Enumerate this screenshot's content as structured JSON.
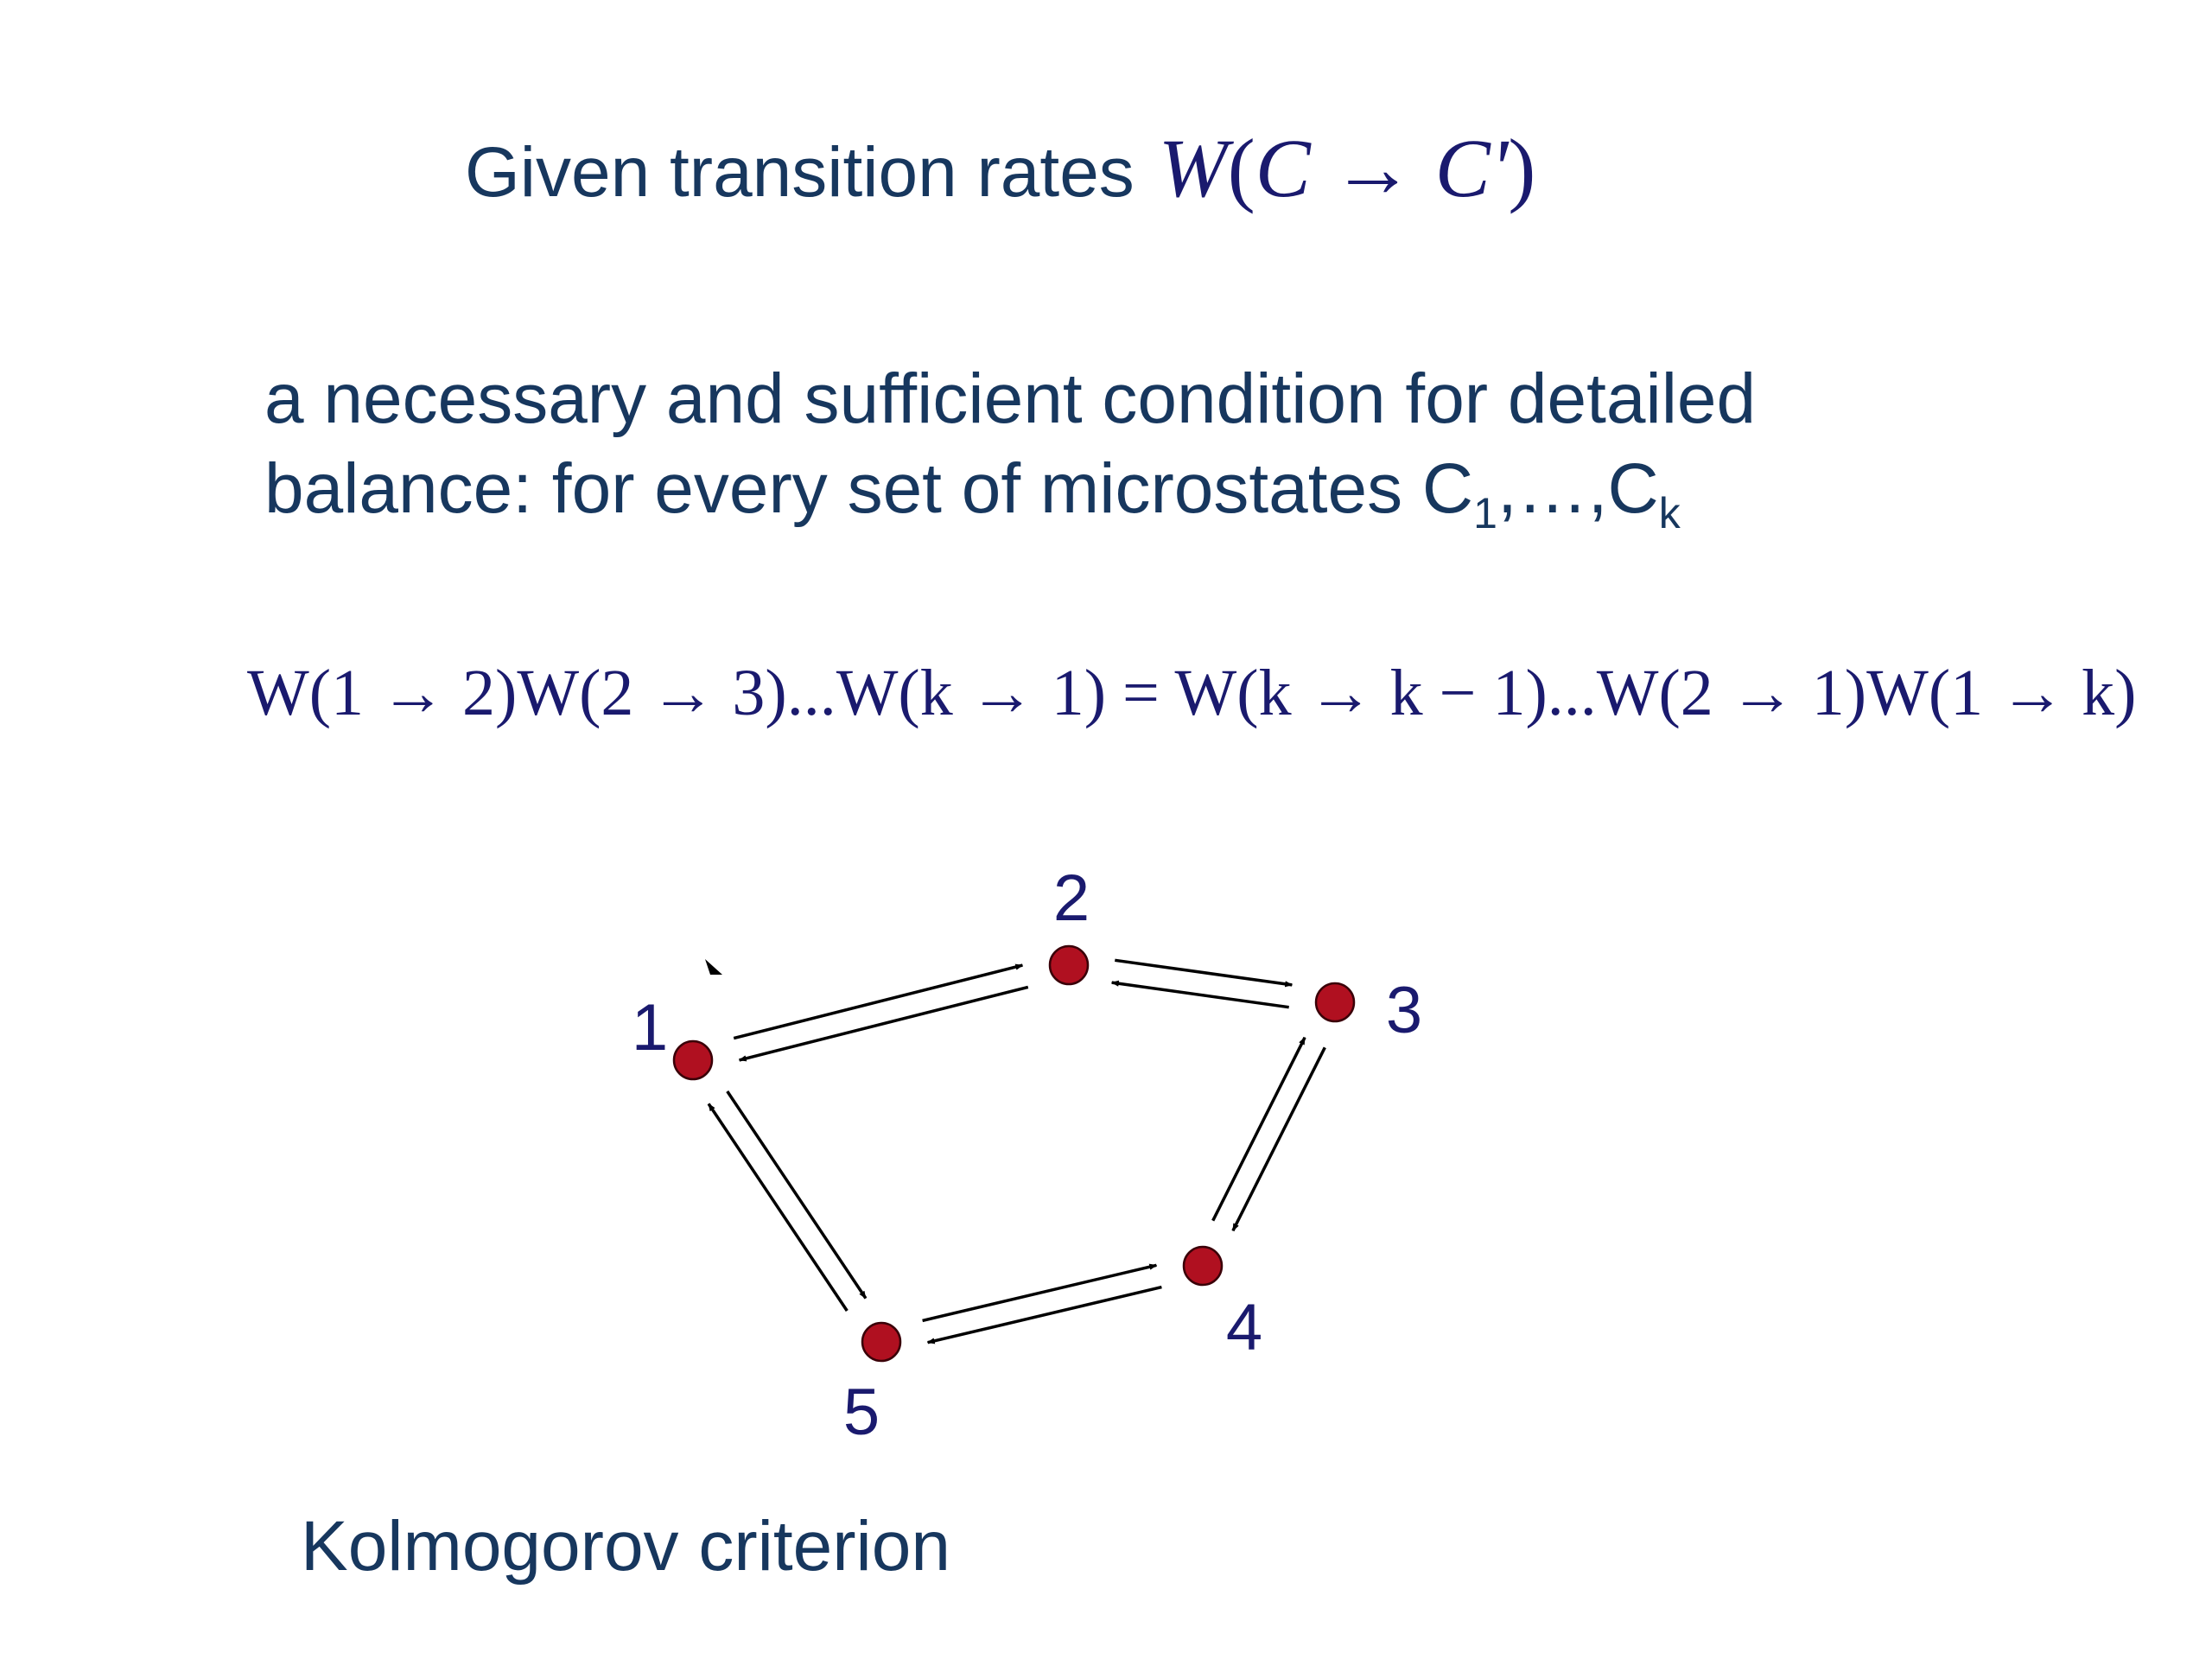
{
  "title": {
    "text": "Given transition rates",
    "formula": {
      "symbol": "W",
      "open": "(",
      "from": "C",
      "arrow": "→",
      "to": "C'",
      "close": ")"
    }
  },
  "condition": {
    "line1": "a necessary and sufficient condition for detailed",
    "line2_text": "balance: for every set of microstates C",
    "sub_first": "1",
    "middle": ",…,C",
    "sub_last": "k"
  },
  "equation": "W(1 → 2)W(2 → 3)...W(k → 1) = W(k → k − 1)...W(2 → 1)W(1 → k)",
  "graph": {
    "node_color": "#b01020",
    "label_color": "#1a1a6e",
    "nodes": [
      {
        "id": "1",
        "label": "1"
      },
      {
        "id": "2",
        "label": "2"
      },
      {
        "id": "3",
        "label": "3"
      },
      {
        "id": "4",
        "label": "4"
      },
      {
        "id": "5",
        "label": "5"
      }
    ],
    "edges": [
      {
        "from": "1",
        "to": "2"
      },
      {
        "from": "2",
        "to": "1"
      },
      {
        "from": "2",
        "to": "3"
      },
      {
        "from": "3",
        "to": "2"
      },
      {
        "from": "3",
        "to": "4"
      },
      {
        "from": "4",
        "to": "3"
      },
      {
        "from": "4",
        "to": "5"
      },
      {
        "from": "5",
        "to": "4"
      },
      {
        "from": "5",
        "to": "1"
      },
      {
        "from": "1",
        "to": "5"
      }
    ]
  },
  "footer": "Kolmogorov criterion"
}
